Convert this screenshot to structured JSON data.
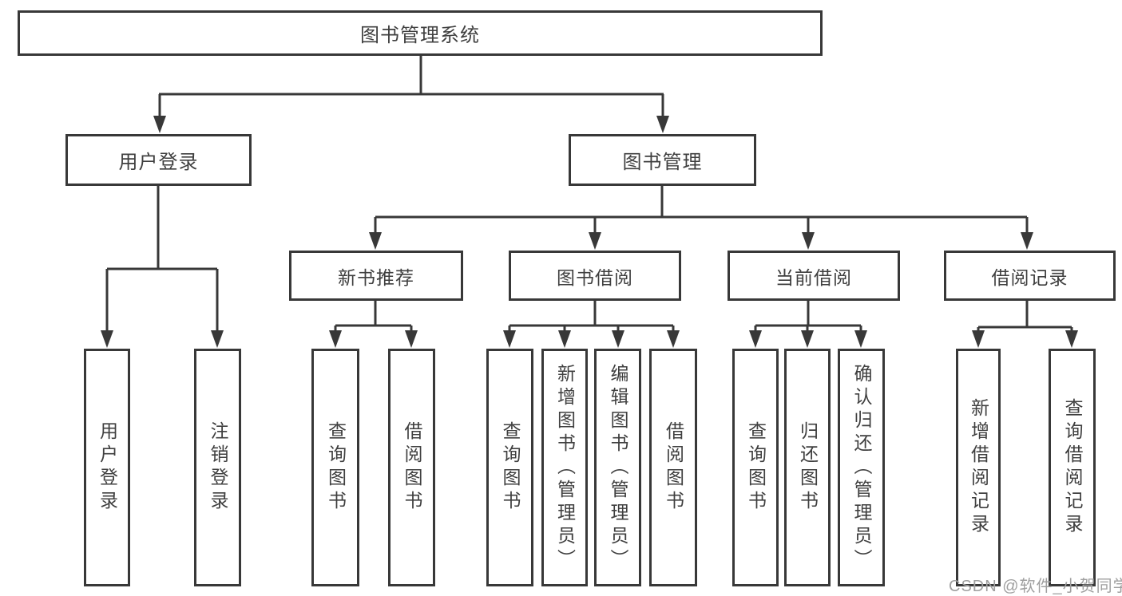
{
  "diagram": {
    "root": "图书管理系统",
    "branches": [
      {
        "label": "用户登录",
        "children": [
          "用户登录",
          "注销登录"
        ]
      },
      {
        "label": "图书管理",
        "sections": [
          {
            "label": "新书推荐",
            "children": [
              "查询图书",
              "借阅图书"
            ]
          },
          {
            "label": "图书借阅",
            "children": [
              "查询图书",
              "新增图书（管理员）",
              "编辑图书（管理员）",
              "借阅图书"
            ]
          },
          {
            "label": "当前借阅",
            "children": [
              "查询图书",
              "归还图书",
              "确认归还（管理员）"
            ]
          },
          {
            "label": "借阅记录",
            "children": [
              "新增借阅记录",
              "查询借阅记录"
            ]
          }
        ]
      }
    ]
  },
  "watermark": {
    "text": "CSDN @软件_小贺同学"
  },
  "colors": {
    "line": "#383838",
    "box_border": "#383838",
    "text": "#3f3f3f",
    "background": "#ffffff",
    "watermark": "#9f9f9f"
  }
}
